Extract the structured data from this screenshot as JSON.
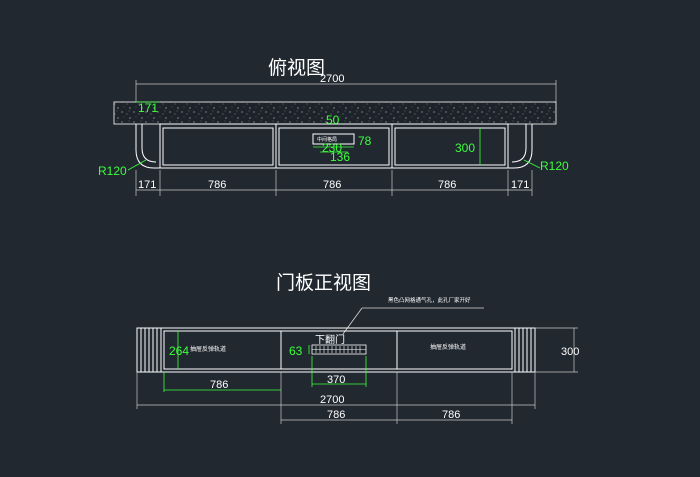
{
  "top_view": {
    "title": "俯视图",
    "total_width": "2700",
    "depth": "171",
    "radius_left": "R120",
    "radius_right": "R120",
    "slot_height": "50",
    "slot_width": "230",
    "slot_inner": "136",
    "slot_offset": "78",
    "cabinet_depth": "300",
    "label_in_slot": "中间格局",
    "bottom_dims": [
      "171",
      "786",
      "786",
      "786",
      "171"
    ]
  },
  "front_view": {
    "title": "门板正视图",
    "note": "黑色凸网格通气孔，此孔厂家开好",
    "drawer_label_left": "抽屉反弹轨道",
    "drawer_label_right": "抽屉反弹轨道",
    "flip_label": "下翻门",
    "height_left": "264",
    "height_right": "300",
    "vent_height": "63",
    "vent_width": "370",
    "left_width": "786",
    "total_width": "2700",
    "bottom_left": "786",
    "bottom_right": "786"
  }
}
